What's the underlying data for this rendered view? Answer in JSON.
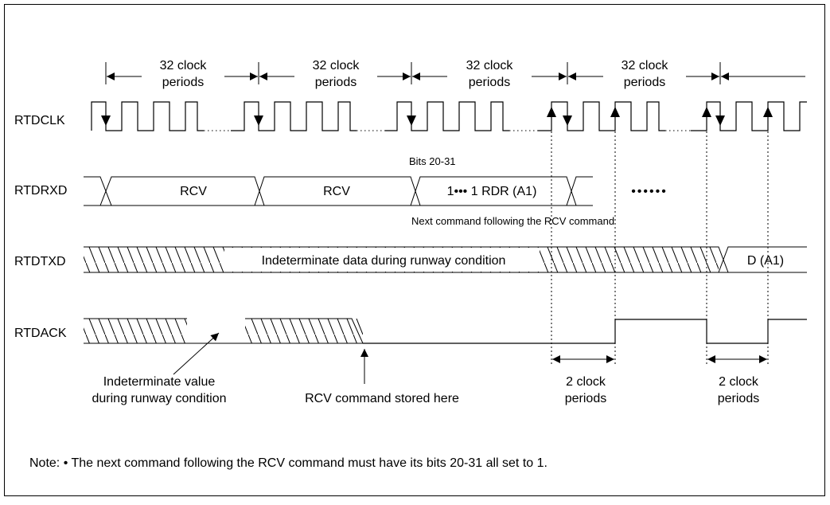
{
  "signals": {
    "clk": "RTDCLK",
    "rxd": "RTDRXD",
    "txd": "RTDTXD",
    "ack": "RTDACK"
  },
  "period_label": {
    "line1": "32 clock",
    "line2": "periods"
  },
  "rxd": {
    "bits_label": "Bits 20-31",
    "seg1": "RCV",
    "seg2": "RCV",
    "seg3": "1••• 1  RDR (A1)",
    "continuation": "••••••",
    "next_cmd": "Next command following the RCV command"
  },
  "txd": {
    "indeterminate": "Indeterminate data during runway condition",
    "data": "D (A1)"
  },
  "ack": {
    "indet_line1": "Indeterminate value",
    "indet_line2": "during runway condition",
    "stored": "RCV command stored here",
    "delay_line1": "2 clock",
    "delay_line2": "periods"
  },
  "note": "Note: • The next command following the RCV command must have its bits 20-31 all set to 1.",
  "colors": {
    "line": "#000000",
    "background": "#ffffff"
  }
}
